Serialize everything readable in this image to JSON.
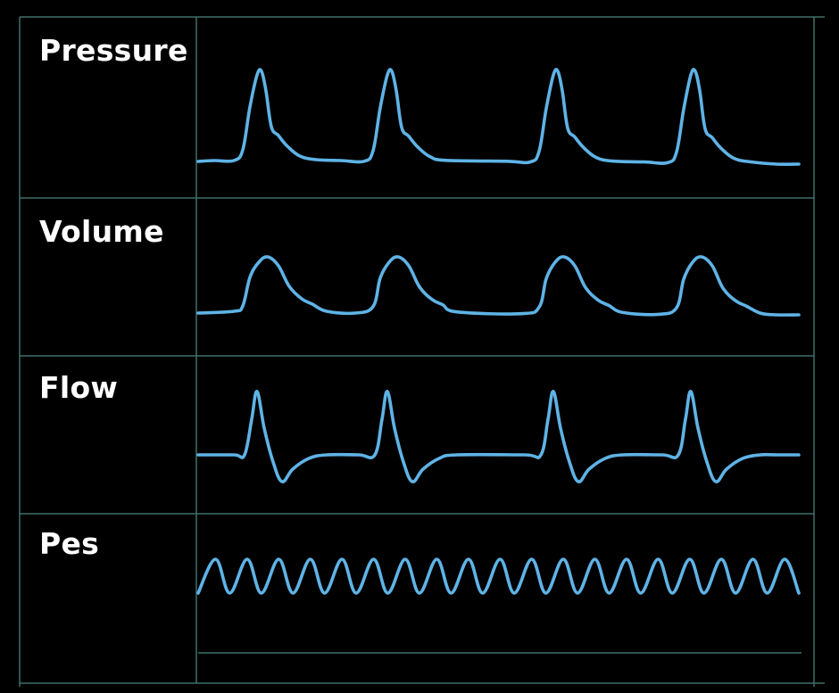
{
  "colors": {
    "background": "#000000",
    "grid": "#3f6f6a",
    "trace": "#5fb3e6",
    "label": "#ffffff"
  },
  "panels": [
    {
      "id": "pressure",
      "label": "Pressure",
      "waveform": "pressure",
      "beats": 4
    },
    {
      "id": "volume",
      "label": "Volume",
      "waveform": "volume",
      "beats": 4
    },
    {
      "id": "flow",
      "label": "Flow",
      "waveform": "flow",
      "beats": 4
    },
    {
      "id": "pes",
      "label": "Pes",
      "waveform": "pes",
      "oscillations": 19
    }
  ]
}
